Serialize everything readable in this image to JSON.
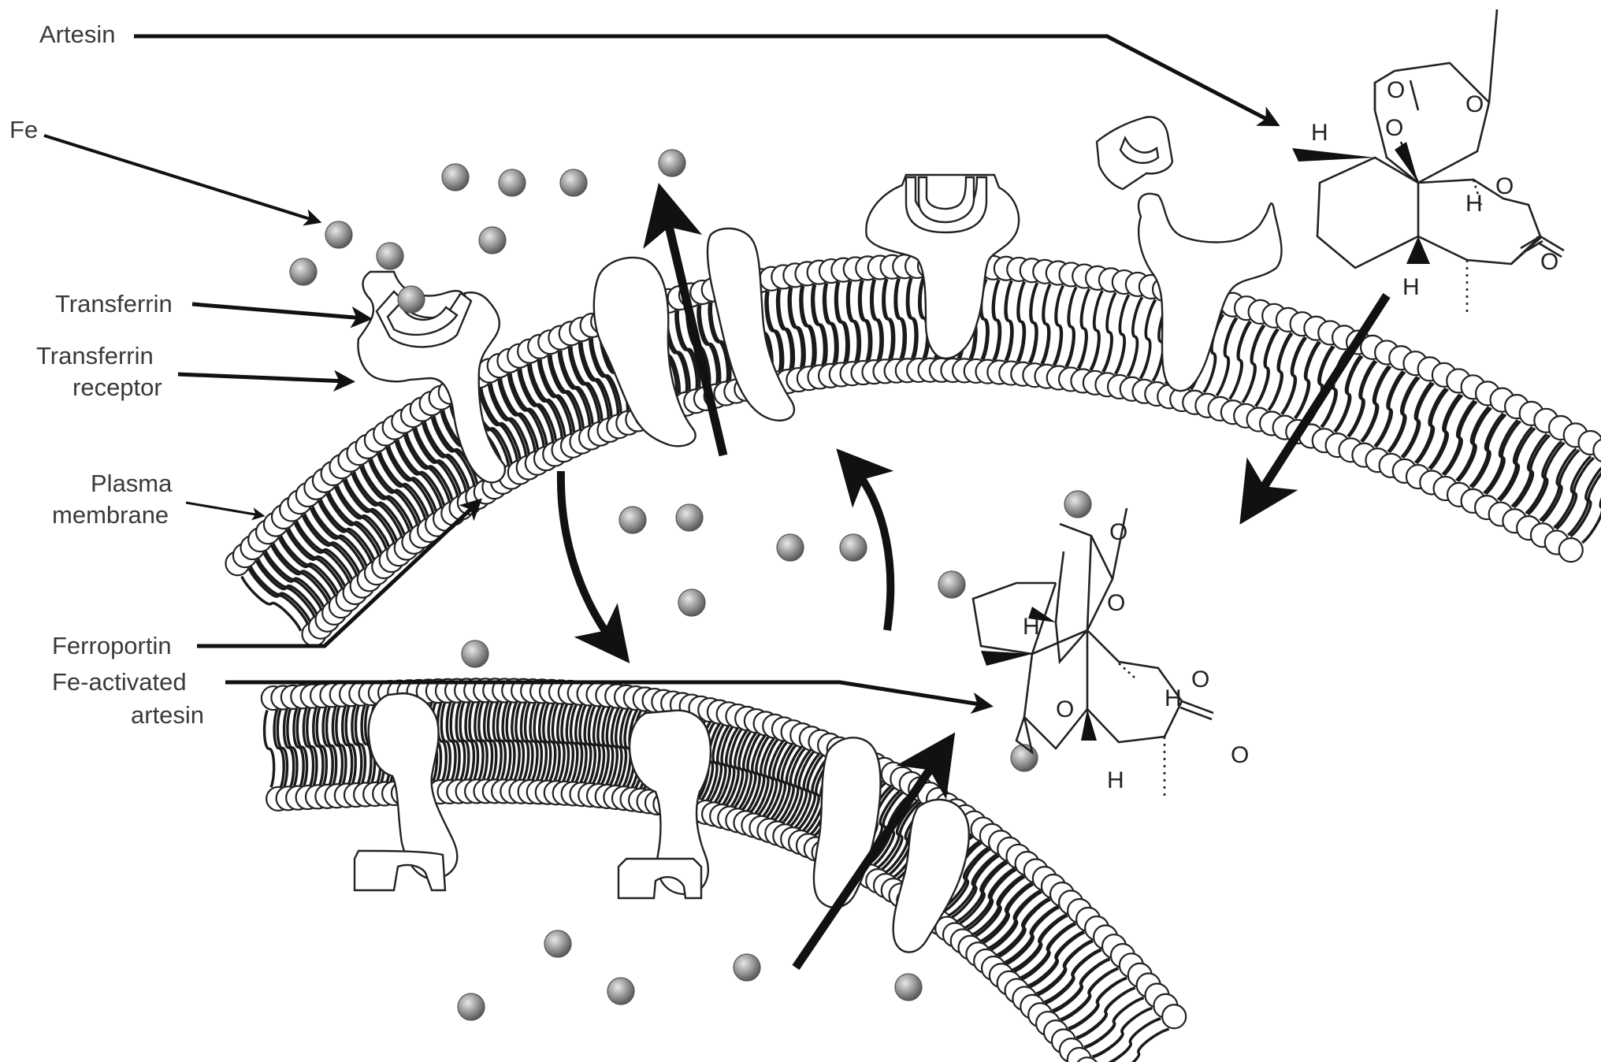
{
  "labels": {
    "artesin": "Artesin",
    "fe": "Fe",
    "transferrin": "Transferrin",
    "transferrin_receptor_1": "Transferrin",
    "transferrin_receptor_2": "receptor",
    "plasma_membrane_1": "Plasma",
    "plasma_membrane_2": "membrane",
    "ferroportin": "Ferroportin",
    "fe_activated_1": "Fe-activated",
    "fe_activated_2": "artesin"
  },
  "chem_top": {
    "h1": "H",
    "o1": "O",
    "o2": "O",
    "o3": "O",
    "o4": "O",
    "o5": "O",
    "h2": "H",
    "h3": "H"
  },
  "chem_bottom": {
    "o1": "O",
    "o2": "O",
    "o3": "O",
    "o4": "O",
    "o5": "O",
    "h1": "H",
    "h2": "H",
    "h3": "H"
  },
  "colors": {
    "iron": "#8c8c8c",
    "line": "#111111",
    "label_text": "#3a3a3a",
    "membrane_head_fill": "#ffffff"
  },
  "icons": [
    "iron-sphere",
    "transferrin-protein",
    "transferrin-receptor",
    "ferroportin-channel",
    "lipid-bilayer",
    "arrow"
  ]
}
